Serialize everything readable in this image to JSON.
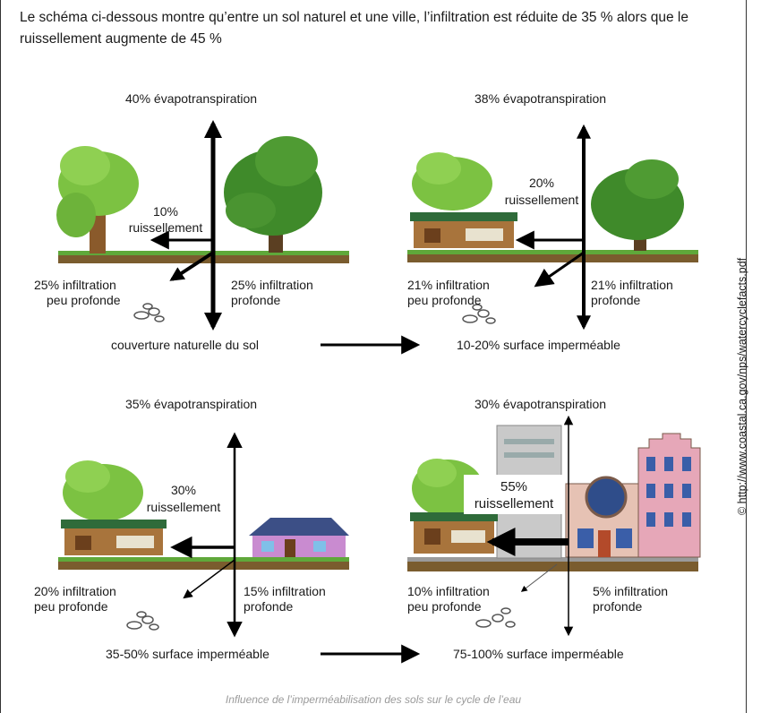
{
  "intro": "Le schéma ci-dessous montre qu’entre un sol naturel et une ville, l’infiltration est réduite de 35 % alors que le ruissellement augmente de 45 %",
  "panels": [
    {
      "evapo": "40% évapotranspiration",
      "runoff_pct": "10%",
      "runoff_label": "ruissellement",
      "shallow_1": "25% infiltration",
      "shallow_2": "peu profonde",
      "deep_1": "25% infiltration",
      "deep_2": "profonde",
      "surface": "couverture naturelle du sol"
    },
    {
      "evapo": "38% évapotranspiration",
      "runoff_pct": "20%",
      "runoff_label": "ruissellement",
      "shallow_1": "21% infiltration",
      "shallow_2": "peu profonde",
      "deep_1": "21% infiltration",
      "deep_2": "profonde",
      "surface": "10-20% surface imperméable"
    },
    {
      "evapo": "35% évapotranspiration",
      "runoff_pct": "30%",
      "runoff_label": "ruissellement",
      "shallow_1": "20% infiltration",
      "shallow_2": "peu profonde",
      "deep_1": "15% infiltration",
      "deep_2": "profonde",
      "surface": "35-50% surface imperméable"
    },
    {
      "evapo": "30% évapotranspiration",
      "runoff_pct": "55%",
      "runoff_label": "ruissellement",
      "shallow_1": "10% infiltration",
      "shallow_2": "peu profonde",
      "deep_1": "5% infiltration",
      "deep_2": "profonde",
      "surface": "75-100% surface imperméable"
    }
  ],
  "credit": "© http://www.coastal.ca.gov/nps/watercyclefacts.pdf",
  "caption": "Influence de l’imperméabilisation des sols sur le cycle de l’eau",
  "colors": {
    "tree_light": "#7cc242",
    "tree_dark": "#3f8a2a",
    "trunk": "#8a5a2b",
    "ground": "#7a5c2e",
    "grass": "#5fa83a",
    "house_roof": "#2f6b3a",
    "house_wall": "#a8743c",
    "pink_wall": "#c98bd0",
    "arrow": "#000000"
  }
}
